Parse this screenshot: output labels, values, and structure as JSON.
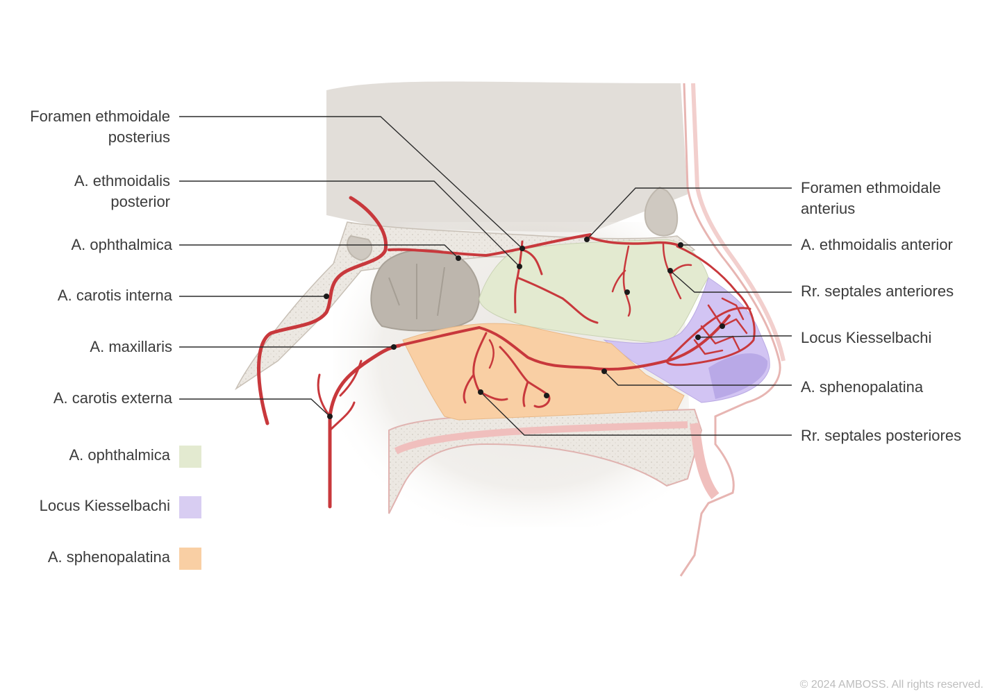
{
  "labels_left": [
    {
      "id": "foramen-ethmoidale-posterius",
      "line1": "Foramen ethmoidale",
      "line2": "posterius"
    },
    {
      "id": "a-ethmoidalis-posterior",
      "line1": "A. ethmoidalis",
      "line2": "posterior"
    },
    {
      "id": "a-ophthalmica",
      "line1": "A. ophthalmica"
    },
    {
      "id": "a-carotis-interna",
      "line1": "A. carotis interna"
    },
    {
      "id": "a-maxillaris",
      "line1": "A. maxillaris"
    },
    {
      "id": "a-carotis-externa",
      "line1": "A. carotis externa"
    }
  ],
  "labels_right": [
    {
      "id": "foramen-ethmoidale-anterius",
      "line1": "Foramen ethmoidale",
      "line2": "anterius"
    },
    {
      "id": "a-ethmoidalis-anterior",
      "line1": "A. ethmoidalis anterior"
    },
    {
      "id": "rr-septales-anteriores",
      "line1": "Rr. septales anteriores"
    },
    {
      "id": "locus-kiesselbachi",
      "line1": "Locus Kiesselbachi"
    },
    {
      "id": "a-sphenopalatina",
      "line1": "A. sphenopalatina"
    },
    {
      "id": "rr-septales-posteriores",
      "line1": "Rr. septales posteriores"
    }
  ],
  "legend": [
    {
      "label": "A. ophthalmica",
      "color": "#e3ead0"
    },
    {
      "label": "Locus Kiesselbachi",
      "color": "#d8cdf2"
    },
    {
      "label": "A. sphenopalatina",
      "color": "#f9cfa4"
    }
  ],
  "copyright": "© 2024 AMBOSS. All rights reserved.",
  "colors": {
    "artery": "#c8383c",
    "bone": "#ebe6df",
    "skin": "#f2c7c5",
    "region_ophthalmica": "#e3ead0",
    "region_kiesselbach": "#d2c4f3",
    "region_sphenopalatina": "#f9cfa4",
    "leader": "#2b2b2b"
  }
}
